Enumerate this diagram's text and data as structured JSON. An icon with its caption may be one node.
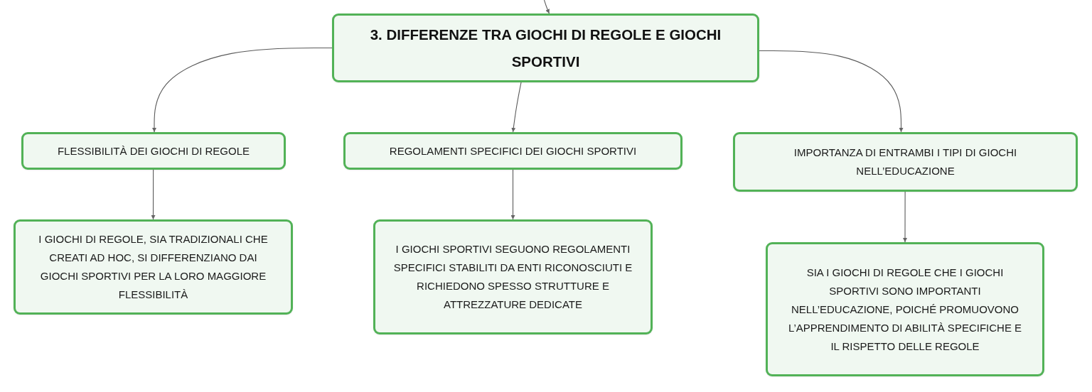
{
  "diagram": {
    "nodes": [
      {
        "text": [
          "3. DIFFERENZE TRA GIOCHI DI REGOLE E GIOCHI SPORTIVI"
        ]
      },
      {
        "text": [
          "FLESSIBILITÀ DEI GIOCHI DI REGOLE"
        ]
      },
      {
        "text": [
          "REGOLAMENTI SPECIFICI DEI GIOCHI SPORTIVI"
        ]
      },
      {
        "text": [
          "IMPORTANZA DI ENTRAMBI I TIPI DI GIOCHI NELL’EDUCAZIONE"
        ]
      },
      {
        "text": [
          "I GIOCHI DI REGOLE, SIA TRADIZIONALI CHE CREATI AD HOC, SI DIFFERENZIANO DAI GIOCHI SPORTIVI PER LA LORO MAGGIORE FLESSIBILITÀ"
        ]
      },
      {
        "text": [
          "I GIOCHI SPORTIVI SEGUONO REGOLAMENTI SPECIFICI STABILITI DA ENTI RICONOSCIUTI E RICHIEDONO SPESSO STRUTTURE E ATTREZZATURE DEDICATE"
        ]
      },
      {
        "text": [
          "SIA I GIOCHI DI REGOLE CHE I GIOCHI SPORTIVI SONO IMPORTANTI NELL’EDUCAZIONE, POICHÉ PROMUOVONO L’APPRENDIMENTO DI ABILITÀ SPECIFICHE E IL RISPETTO DELLE REGOLE"
        ]
      }
    ],
    "edges": [
      {
        "from": null,
        "to": 0,
        "arrow": "to"
      },
      {
        "from": 0,
        "to": 1,
        "arrow": "to"
      },
      {
        "from": 0,
        "to": 2,
        "arrow": "to"
      },
      {
        "from": 0,
        "to": 3,
        "arrow": "to"
      },
      {
        "from": 1,
        "to": 4,
        "arrow": "to"
      },
      {
        "from": 2,
        "to": 5,
        "arrow": "to"
      },
      {
        "from": 3,
        "to": 6,
        "arrow": "to"
      }
    ]
  }
}
